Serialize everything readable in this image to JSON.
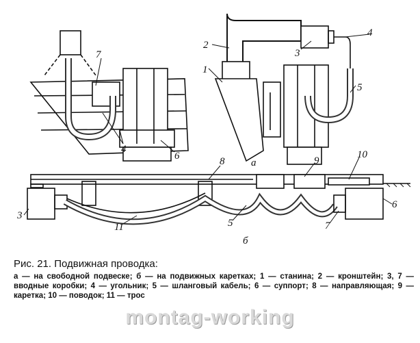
{
  "figure": {
    "labels_a": {
      "l7": "7",
      "l4": "4",
      "l6": "6",
      "l2": "2",
      "l1": "1",
      "l3": "3",
      "l4r": "4",
      "l5": "5",
      "sub": "а"
    },
    "labels_b": {
      "l8": "8",
      "l9": "9",
      "l10": "10",
      "l3": "3",
      "l11": "11",
      "l5": "5",
      "l6": "6",
      "l7": "7",
      "sub": "б"
    }
  },
  "caption": {
    "title": "Рис. 21. Подвижная проводка:",
    "text": "а — на свободной подвеске; б — на подвижных каретках; 1 — станина; 2 — кронштейн; 3, 7 — вводные коробки; 4 — угольник; 5 — шланговый кабель; 6 — суппорт; 8 — направляющая; 9 — каретка; 10 — поводок; 11 — трос"
  },
  "watermark": "montag-working"
}
